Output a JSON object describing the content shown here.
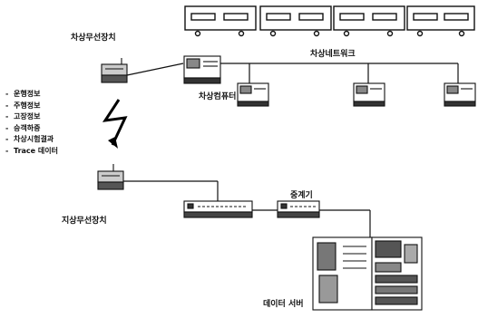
{
  "labels": {
    "ground_radio_top": "차상무선장치",
    "ground_radio_bottom": "지상무선장치",
    "onboard_network": "차상네트워크",
    "onboard_computer": "차상컴퓨터",
    "repeater": "중계기",
    "data_server": "데이터 서버"
  },
  "info_list": [
    "운행정보",
    "주행정보",
    "고장정보",
    "승객하중",
    "차상시험결과",
    "Trace 데이터"
  ]
}
